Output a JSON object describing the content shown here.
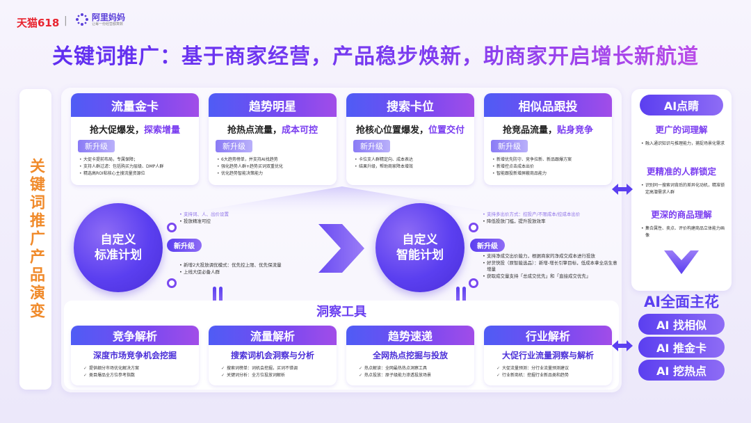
{
  "header": {
    "tmall_logo": "天猫618",
    "separator": "|",
    "ali_logo": "阿里妈妈",
    "ali_slogan": "让每一份经营都算数",
    "title": "关键词推广：基于商家经营，产品稳步焕新，助商家开启增长新航道"
  },
  "left_title": "关键词推广产品演变",
  "product_cards": [
    {
      "title": "流量金卡",
      "sub_plain": "抢大促爆发，",
      "sub_highlight": "探索增量",
      "tag": "新升级",
      "items": [
        "大促卡提前布局，专属保障；",
        "支持人群过滤：包括购买力层级、DMP人群",
        "精选高ROI粘核心主搜流量资源位"
      ]
    },
    {
      "title": "趋势明星",
      "sub_plain": "抢热点流量，",
      "sub_highlight": "成本可控",
      "tag": "新升级",
      "items": [
        "6大趋势榜单，并支持AI找趋势",
        "强化趋势人群+趋势买词双重优化",
        "优化趋势智能决策能力"
      ]
    },
    {
      "title": "搜索卡位",
      "sub_plain": "抢核心位置爆发，",
      "sub_highlight": "位置交付",
      "tag": "新升级",
      "items": [
        "卡位支人群精定向、成本表达",
        "结果升级，帮助商家降本增效"
      ]
    },
    {
      "title": "相似品跟投",
      "sub_plain": "抢竞品流量，",
      "sub_highlight": "贴身竞争",
      "tag": "新升级",
      "items": [
        "新增优先防守、竞争拉新、新品跟爆方案",
        "新增控点击成本出价",
        "智能跟投新增屏蔽商品能力"
      ]
    }
  ],
  "plans": {
    "standard": {
      "line1": "自定义",
      "line2": "标准计划"
    },
    "smart": {
      "line1": "自定义",
      "line2": "智能计划"
    },
    "new_tag": "新升级"
  },
  "standard_notes_top": {
    "faded": "支持词、人、出价设置",
    "item": "投放精准可控"
  },
  "standard_notes_bottom": [
    "新增2大投放调优模式：优先控上限、优先保流量",
    "上线大促必备人群"
  ],
  "smart_notes_top": {
    "faded": "支持多出价方式：控投产/不限成本/控成本出价",
    "item": "降低投放门槛，提升投放效率"
  },
  "smart_notes_bottom": [
    "支持净成交出价能力，根据商家的净成交成本进行投放",
    "好货快投（原智能选品）：新增-增长引擎目标，低成本拿全店生意增量",
    "获取成交量支持「总成交优先」和「直接成交优先」"
  ],
  "insight": {
    "title": "洞察工具",
    "tools": [
      {
        "title": "竞争解析",
        "sub": "深度市场竞争机会挖掘",
        "items": [
          "提供细分市场优化解决方案",
          "类目爆品全方位参考指数"
        ]
      },
      {
        "title": "流量解析",
        "sub": "搜索词机会洞察与分析",
        "items": [
          "搜索词榜单：词机会挖掘，买词不错调",
          "关键词分析：全方位投放词解析"
        ]
      },
      {
        "title": "趋势速递",
        "sub": "全网热点挖掘与投放",
        "items": [
          "热点解读：全网最热热点洞察工具",
          "热点投放：原子级能力渗透投放场景"
        ]
      },
      {
        "title": "行业解析",
        "sub": "大促行业流量洞察与解析",
        "items": [
          "大促流量预测：分行业流量预测建议",
          "行业新商机：挖掘行业新品类和趋势"
        ]
      }
    ]
  },
  "right": {
    "head": "AI点睛",
    "sections": [
      {
        "title": "更广的词理解",
        "note": "融入通识知识与推理能力，捕捉场景化需求"
      },
      {
        "title": "更精准的人群锁定",
        "note": "识别同一搜索词背后的差异化动机，精准锁定高潜需求人群"
      },
      {
        "title": "更深的商品理解",
        "note": "集合属性、卖点、评价构建商品立体能力画像"
      }
    ],
    "bloom": "AI全面主花",
    "pills": [
      "AI 找相似",
      "AI 推金卡",
      "AI 挖热点"
    ]
  }
}
